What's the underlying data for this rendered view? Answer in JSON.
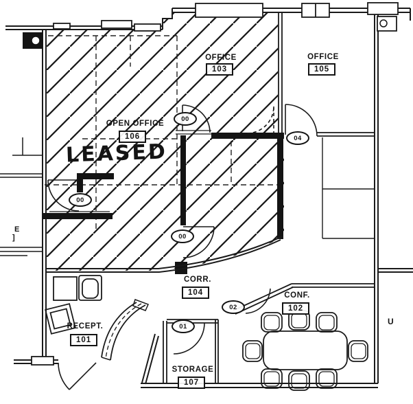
{
  "leased_stamp": "LEASED",
  "rooms": [
    {
      "name": "OFFICE",
      "number": "103"
    },
    {
      "name": "OFFICE",
      "number": "105"
    },
    {
      "name": "OPEN OFFICE",
      "number": "106"
    },
    {
      "name": "CORR.",
      "number": "104"
    },
    {
      "name": "CONF.",
      "number": "102"
    },
    {
      "name": "RECEPT.",
      "number": "101"
    },
    {
      "name": "STORAGE",
      "number": "107"
    }
  ],
  "door_tags": [
    {
      "label": "00"
    },
    {
      "label": "00"
    },
    {
      "label": "00"
    },
    {
      "label": "04"
    },
    {
      "label": "02"
    },
    {
      "label": "01"
    }
  ],
  "edge_labels": [
    {
      "text": "E"
    },
    {
      "text": "]"
    },
    {
      "text": "U"
    }
  ],
  "colors": {
    "line": "#1a1a1a",
    "paper": "#ffffff"
  }
}
